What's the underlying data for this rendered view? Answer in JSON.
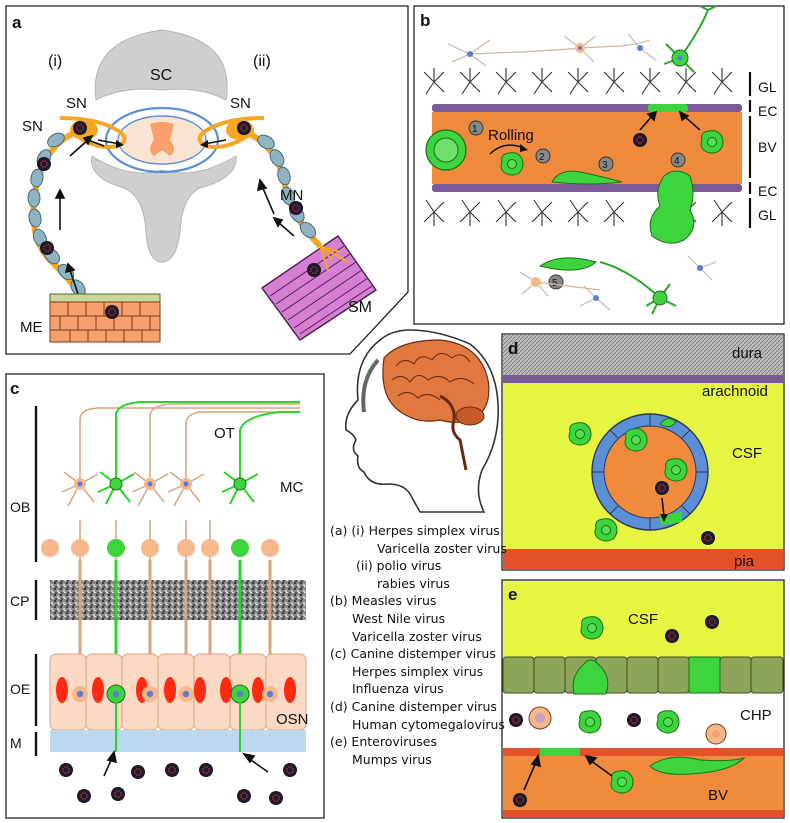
{
  "panel_a": {
    "letter": "a",
    "sub_i": "(i)",
    "sub_ii": "(ii)",
    "sc": "SC",
    "sn_left_top": "SN",
    "sn_left": "SN",
    "sn_right": "SN",
    "mn": "MN",
    "sm": "SM",
    "me": "ME"
  },
  "panel_b": {
    "letter": "b",
    "gl_top": "GL",
    "ec_top": "EC",
    "bv": "BV",
    "ec_bottom": "EC",
    "gl_bottom": "GL",
    "rolling": "Rolling",
    "steps": [
      "1",
      "2",
      "3",
      "4",
      "5"
    ]
  },
  "panel_c": {
    "letter": "c",
    "ot": "OT",
    "mc": "MC",
    "ob": "OB",
    "cp": "CP",
    "oe": "OE",
    "osn": "OSN",
    "m": "M"
  },
  "panel_d": {
    "letter": "d",
    "dura": "dura",
    "arachnoid": "arachnoid",
    "csf": "CSF",
    "pia": "pia"
  },
  "panel_e": {
    "letter": "e",
    "csf": "CSF",
    "chp": "CHP",
    "bv": "BV"
  },
  "legend": [
    {
      "text": "(a) (i) Herpes simplex virus",
      "indent": 0
    },
    {
      "text": "Varicella zoster virus",
      "indent": 3
    },
    {
      "text": "(ii) polio virus",
      "indent": 1
    },
    {
      "text": "rabies virus",
      "indent": 3
    },
    {
      "text": "(b) Measles virus",
      "indent": 0
    },
    {
      "text": "West Nile virus",
      "indent": 2
    },
    {
      "text": "Varicella zoster virus",
      "indent": 2
    },
    {
      "text": "(c) Canine distemper virus",
      "indent": 0
    },
    {
      "text": "Herpes simplex virus",
      "indent": 2
    },
    {
      "text": "Influenza virus",
      "indent": 2
    },
    {
      "text": "(d) Canine distemper virus",
      "indent": 0
    },
    {
      "text": "Human cytomegalovirus",
      "indent": 2
    },
    {
      "text": "(e) Enteroviruses",
      "indent": 0
    },
    {
      "text": "Mumps virus",
      "indent": 2
    }
  ],
  "colors": {
    "nerve": "#f5a623",
    "myelin": "#8fb3c0",
    "skin": "#f6a16b",
    "muscle": "#d77fd4",
    "infected": "#3dd43d",
    "vessel": "#f08a3c",
    "csf": "#e5f542",
    "pia": "#e5522a",
    "endothelium": "#7a5a9a",
    "epithelium": "#8ca55a",
    "brain": "#e07840"
  }
}
